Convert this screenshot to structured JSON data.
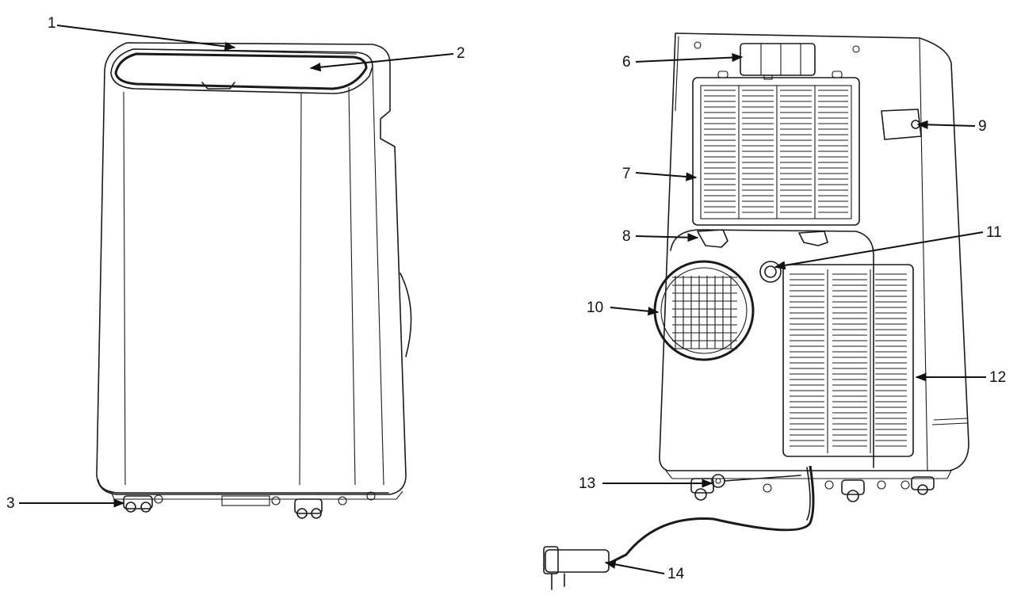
{
  "callouts": [
    {
      "id": "1",
      "label": "1"
    },
    {
      "id": "2",
      "label": "2"
    },
    {
      "id": "3",
      "label": "3"
    },
    {
      "id": "6",
      "label": "6"
    },
    {
      "id": "7",
      "label": "7"
    },
    {
      "id": "8",
      "label": "8"
    },
    {
      "id": "9",
      "label": "9"
    },
    {
      "id": "10",
      "label": "10"
    },
    {
      "id": "11",
      "label": "11"
    },
    {
      "id": "12",
      "label": "12"
    },
    {
      "id": "13",
      "label": "13"
    },
    {
      "id": "14",
      "label": "14"
    }
  ],
  "colors": {
    "line": "#1a1a1a",
    "background": "#ffffff"
  }
}
